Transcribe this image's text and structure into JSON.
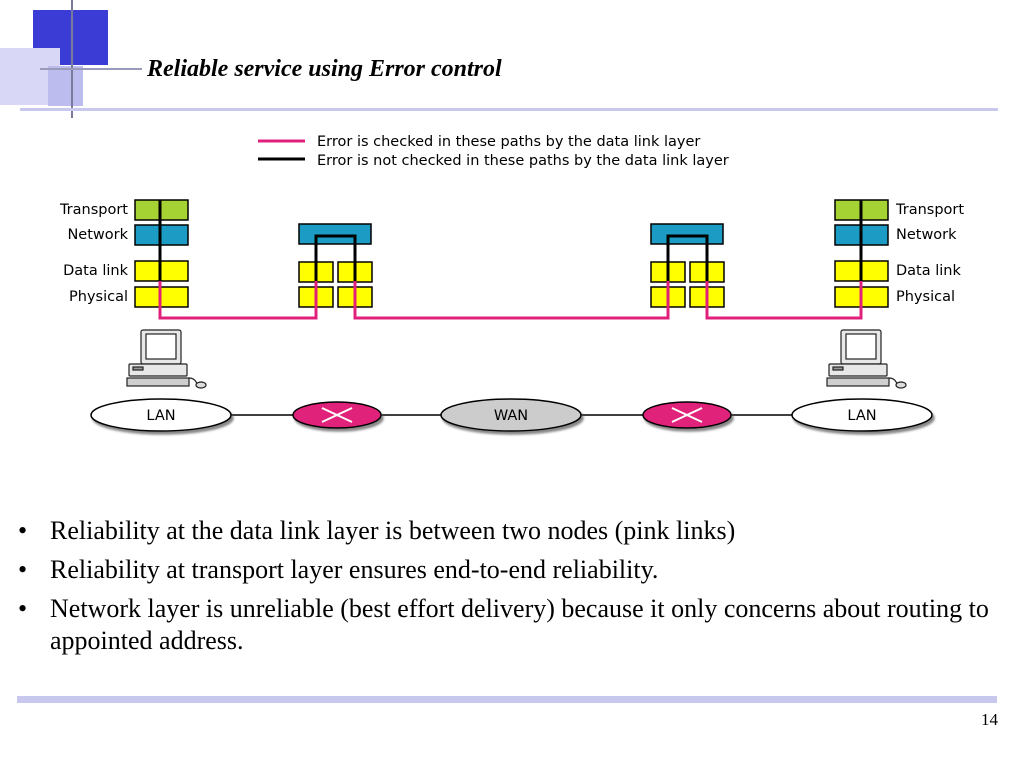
{
  "title": "Reliable service using Error control",
  "legend": {
    "checked": "Error is checked in these paths by the data link layer",
    "unchecked": "Error is not checked in these paths by the data link layer"
  },
  "layers": {
    "left": [
      "Transport",
      "Network",
      "Data link",
      "Physical"
    ],
    "right": [
      "Transport",
      "Network",
      "Data link",
      "Physical"
    ]
  },
  "networks": {
    "lan_left": "LAN",
    "wan": "WAN",
    "lan_right": "LAN"
  },
  "colors": {
    "transport": "#a6d334",
    "network": "#1c9cc4",
    "datalink": "#ffff00",
    "physical": "#ffff00",
    "checked_path": "#e0207a",
    "unchecked_path": "#000000",
    "router": "#e0207a",
    "wan": "#cccccc"
  },
  "bullets": [
    "Reliability at the data link layer is between two nodes (pink links)",
    "Reliability at transport layer ensures end-to-end reliability.",
    "Network layer is unreliable (best effort delivery) because it only concerns about routing to appointed address."
  ],
  "page_number": "14"
}
